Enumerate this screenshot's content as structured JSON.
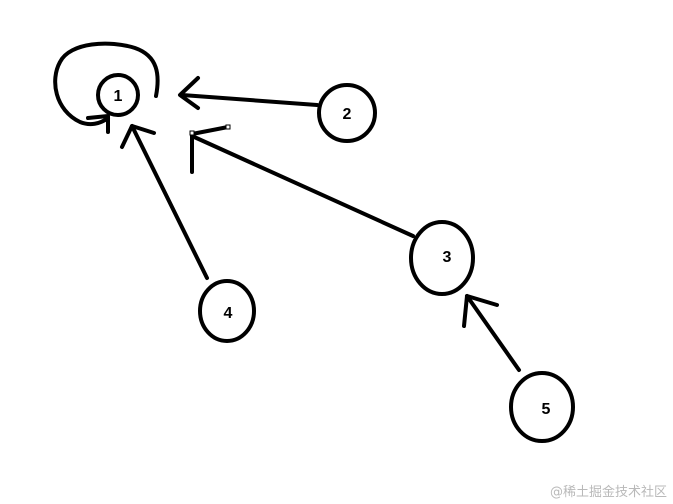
{
  "diagram": {
    "stroke_color": "#000000",
    "background": "#ffffff",
    "nodes": [
      {
        "id": "1",
        "label": "1"
      },
      {
        "id": "2",
        "label": "2"
      },
      {
        "id": "3",
        "label": "3"
      },
      {
        "id": "4",
        "label": "4"
      },
      {
        "id": "5",
        "label": "5"
      }
    ],
    "edges": [
      {
        "from": "1",
        "to": "1"
      },
      {
        "from": "2",
        "to": "1"
      },
      {
        "from": "3",
        "to": "1"
      },
      {
        "from": "4",
        "to": "1"
      },
      {
        "from": "5",
        "to": "3"
      }
    ]
  },
  "watermark": {
    "text": "@稀土掘金技术社区"
  }
}
